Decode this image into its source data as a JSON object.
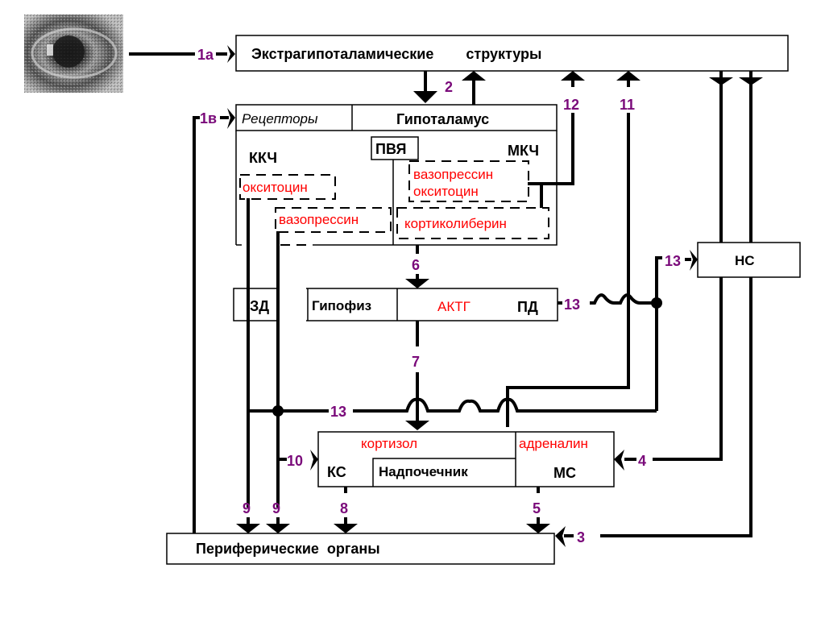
{
  "colors": {
    "label_number": "#7a0a7a",
    "hormone": "#ff0000",
    "line": "#000000"
  },
  "boxes": {
    "extrahypothalamic": "Экстрагипоталамические        структуры",
    "receptors": "Рецепторы",
    "hypothalamus": "Гипоталамус",
    "pvn": "ПВЯ",
    "kkch": "ККЧ",
    "mkch": "МКЧ",
    "oxytocin_kkch": "окситоцин",
    "vasopressin_kkch": "вазопрессин",
    "vasopressin_mkch": "вазопрессин",
    "oxytocin_mkch": "окситоцин",
    "corticoliberin": "кортиколиберин",
    "zd": "ЗД",
    "pituitary": "Гипофиз",
    "actg": "АКТГ",
    "pd": "ПД",
    "ns": "НС",
    "cortisol": "кортизол",
    "adrenaline": "адреналин",
    "ks": "КС",
    "adrenal": "Надпочечник",
    "ms": "МС",
    "peripheral": "Периферические  органы"
  },
  "labels": {
    "l1a": "1а",
    "l1v": "1в",
    "l2": "2",
    "l3": "3",
    "l4": "4",
    "l5": "5",
    "l6": "6",
    "l7": "7",
    "l8": "8",
    "l9a": "9",
    "l9b": "9",
    "l10": "10",
    "l11": "11",
    "l12": "12",
    "l13_pd": "13",
    "l13_ns": "13",
    "l13_h": "13"
  },
  "image": {
    "eye_icon": "eye-image"
  }
}
